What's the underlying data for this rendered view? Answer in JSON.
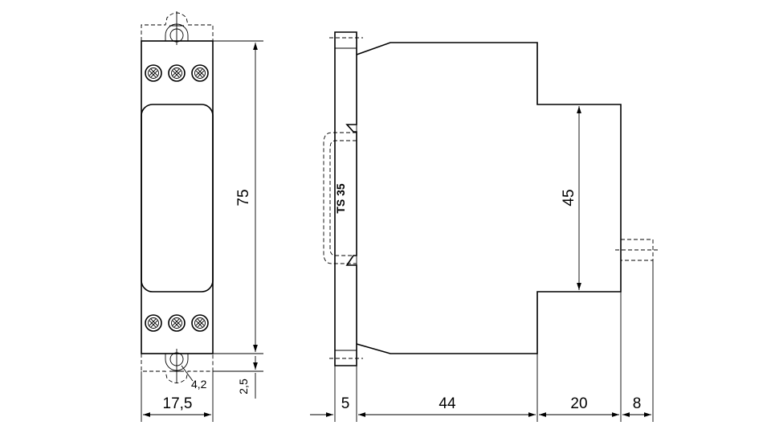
{
  "drawing": {
    "dimensions": {
      "front_width": "17,5",
      "front_height": "75",
      "hole_diameter": "4,2",
      "hole_offset": "2,5",
      "side_rail": "5",
      "side_depth": "44",
      "side_front": "20",
      "side_knob": "8",
      "side_front_height": "45"
    },
    "rail_label": "TS 35"
  }
}
